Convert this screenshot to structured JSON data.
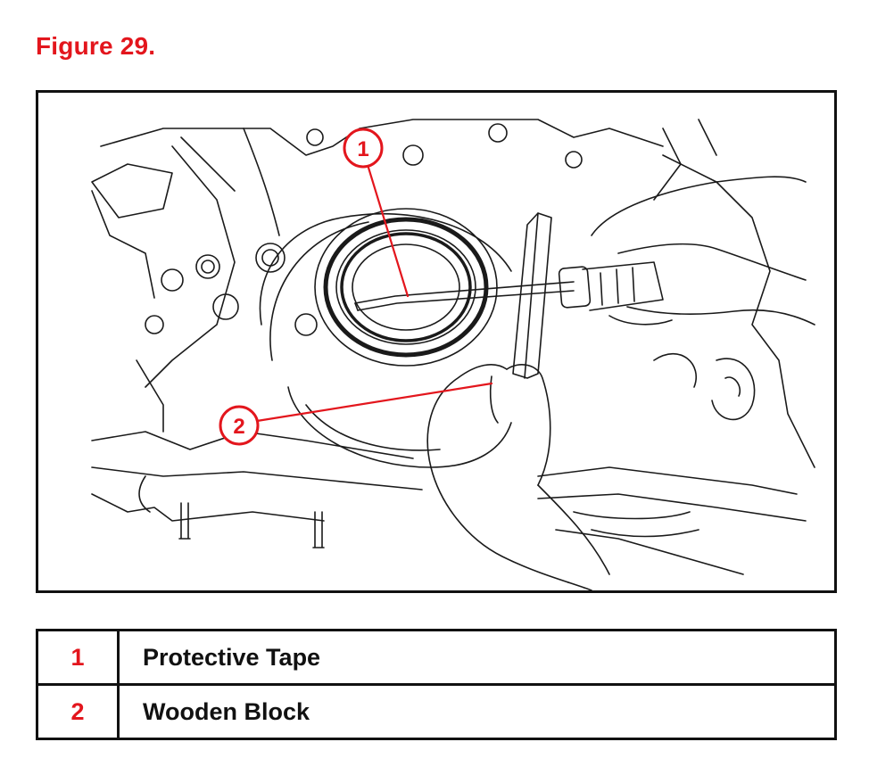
{
  "figure": {
    "title": "Figure 29.",
    "accent_color": "#e3161d",
    "callouts": [
      {
        "number": "1"
      },
      {
        "number": "2"
      }
    ]
  },
  "legend": [
    {
      "number": "1",
      "label": "Protective Tape"
    },
    {
      "number": "2",
      "label": "Wooden Block"
    }
  ]
}
